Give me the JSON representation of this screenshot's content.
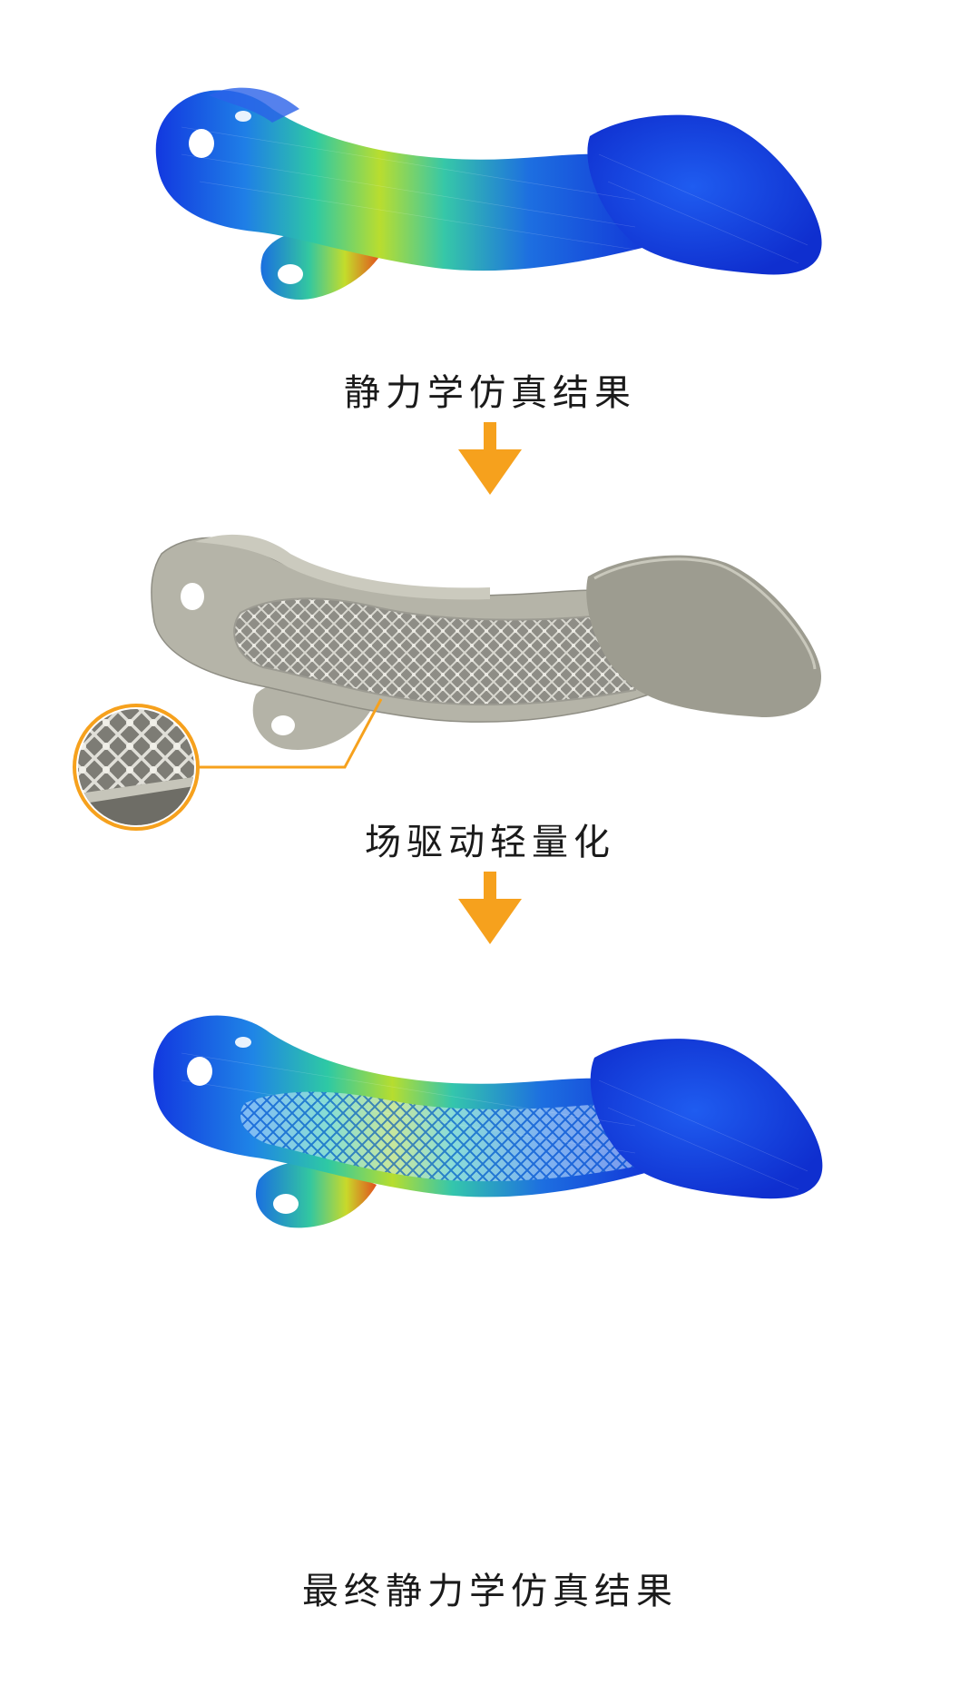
{
  "steps": [
    {
      "caption": "静力学仿真结果",
      "kind": "fea-result"
    },
    {
      "caption": "场驱动轻量化",
      "kind": "lattice-model"
    },
    {
      "caption": "最终静力学仿真结果",
      "kind": "fea-result-lattice"
    }
  ],
  "colors": {
    "arrow": "#F6A11D",
    "callout": "#F6A11D",
    "model_gray": "#A9A89C",
    "fea_blue": "#1030D8",
    "fea_green": "#2CC98A",
    "fea_yellow": "#D9E023",
    "fea_red": "#E04A1C"
  }
}
